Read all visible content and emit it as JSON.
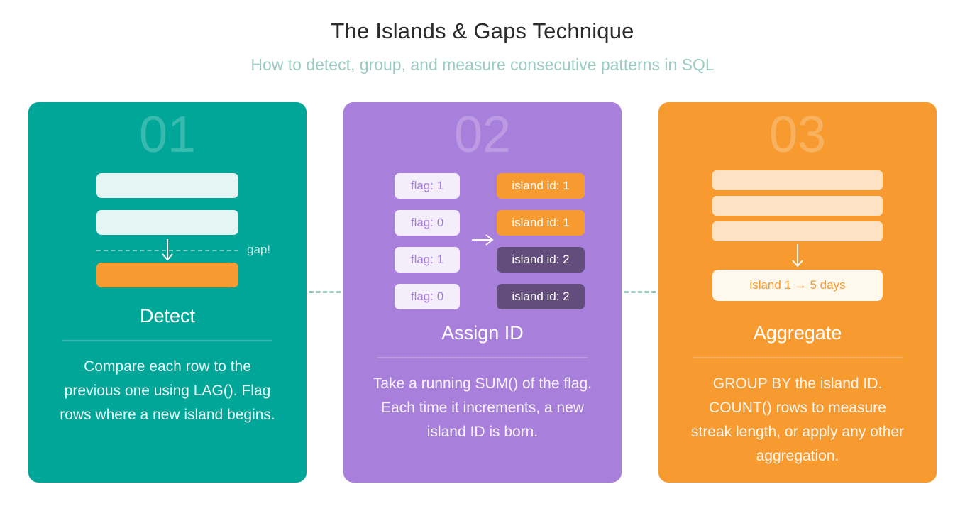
{
  "header": {
    "title": "The Islands & Gaps Technique",
    "subtitle": "How to detect, group, and measure consecutive patterns in SQL"
  },
  "colors": {
    "teal": "#00a698",
    "purple": "#a97fdc",
    "orange": "#f79b31",
    "dark_purple": "#634d7d",
    "connector": "#9ccbc2"
  },
  "steps": [
    {
      "number": "01",
      "title": "Detect",
      "description": "Compare each row to the previous one using LAG(). Flag rows where a new island begins.",
      "gap_label": "gap!"
    },
    {
      "number": "02",
      "title": "Assign ID",
      "description": "Take a running SUM() of the flag. Each time it increments, a new island ID is born.",
      "flags": [
        "flag: 1",
        "flag: 0",
        "flag: 1",
        "flag: 0"
      ],
      "island_ids": [
        "island id: 1",
        "island id: 1",
        "island id: 2",
        "island id: 2"
      ]
    },
    {
      "number": "03",
      "title": "Aggregate",
      "description": "GROUP BY the island ID. COUNT() rows to measure streak length, or apply any other aggregation.",
      "result": "island 1 → 5 days"
    }
  ]
}
